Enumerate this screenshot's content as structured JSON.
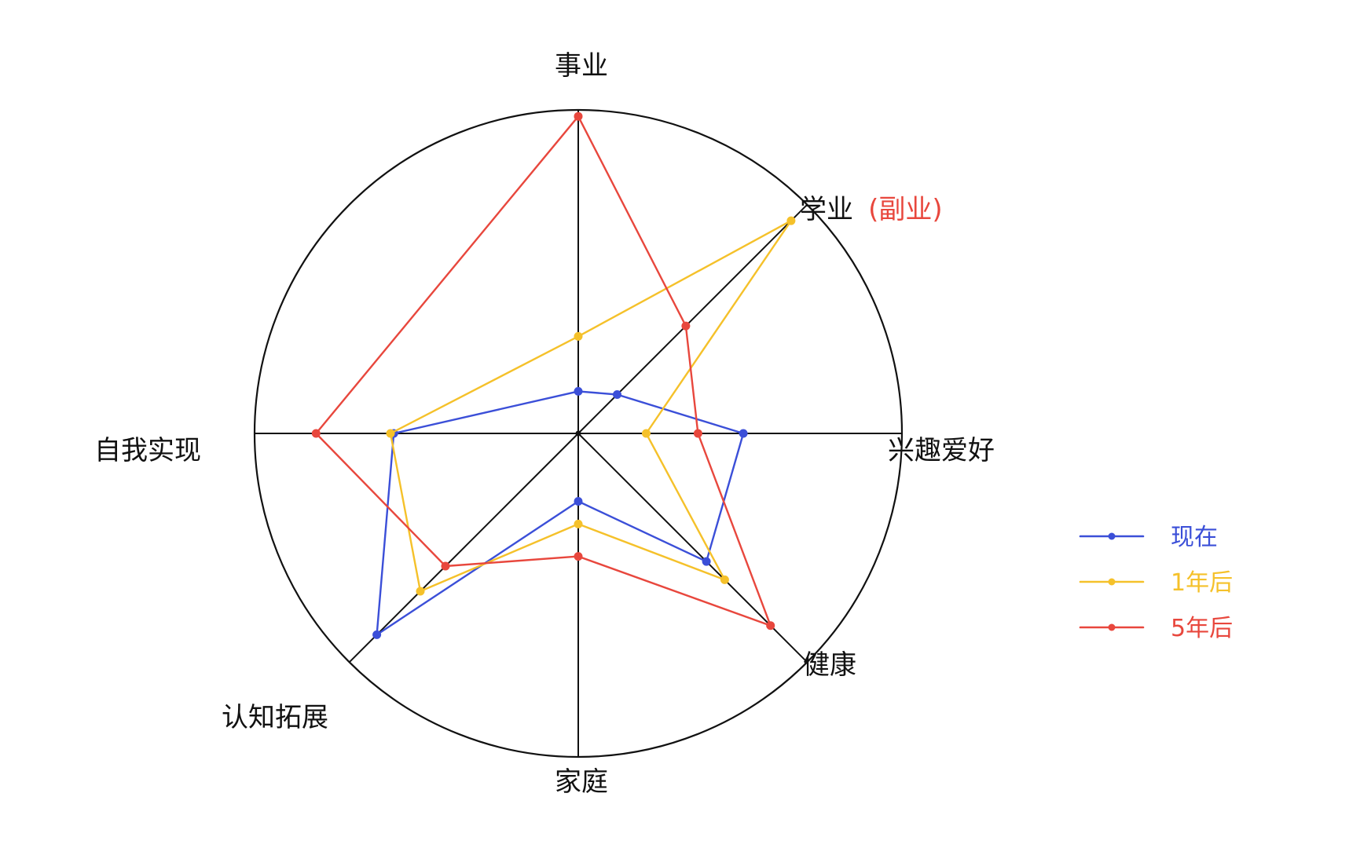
{
  "chart_data": {
    "type": "radar",
    "axes": [
      {
        "label": "事业"
      },
      {
        "label": "学业",
        "sub_label": "(副业)",
        "sub_label_color": "#e8473d"
      },
      {
        "label": "兴趣爱好"
      },
      {
        "label": "健康"
      },
      {
        "label": "家庭"
      },
      {
        "label": "认知拓展"
      },
      {
        "label": "自我实现"
      }
    ],
    "scale": [
      0,
      10
    ],
    "grid": false,
    "legend_position": "right",
    "series": [
      {
        "name": "现在",
        "color": "#3b4fd8",
        "values": [
          1.3,
          1.7,
          5.1,
          5.6,
          2.1,
          8.8,
          5.7
        ]
      },
      {
        "name": "1年后",
        "color": "#f5c12a",
        "values": [
          3.0,
          9.3,
          2.1,
          6.4,
          2.8,
          6.9,
          5.8
        ]
      },
      {
        "name": "5年后",
        "color": "#e8473d",
        "values": [
          9.8,
          4.7,
          3.7,
          8.4,
          3.8,
          5.8,
          8.1
        ]
      }
    ]
  }
}
